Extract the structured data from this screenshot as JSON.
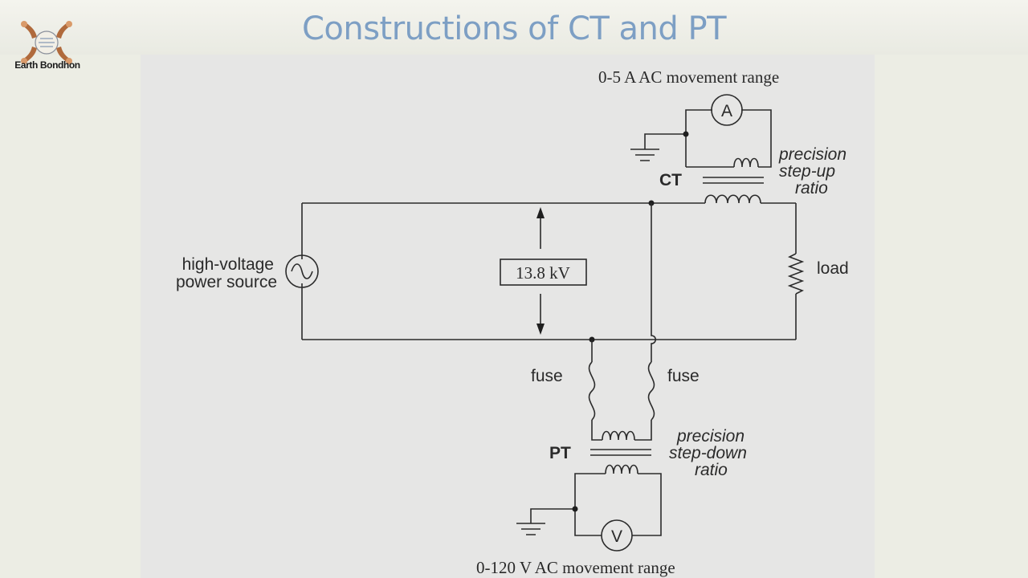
{
  "slide": {
    "title": "Constructions of CT and PT",
    "logo_caption": "Earth Bondhon"
  },
  "diagram": {
    "ct_range": "0-5 A AC movement range",
    "ammeter": "A",
    "ct": "CT",
    "ct_note": [
      "precision",
      "step-up",
      "ratio"
    ],
    "source": [
      "high-voltage",
      "power source"
    ],
    "voltage": "13.8 kV",
    "load": "load",
    "fuse_left": "fuse",
    "fuse_right": "fuse",
    "pt": "PT",
    "pt_note": [
      "precision",
      "step-down",
      "ratio"
    ],
    "voltmeter": "V",
    "pt_range": "0-120 V AC movement range"
  },
  "colors": {
    "title": "#7d9fc4",
    "panel": "#e6e6e5",
    "ink": "#2a2a2a"
  }
}
